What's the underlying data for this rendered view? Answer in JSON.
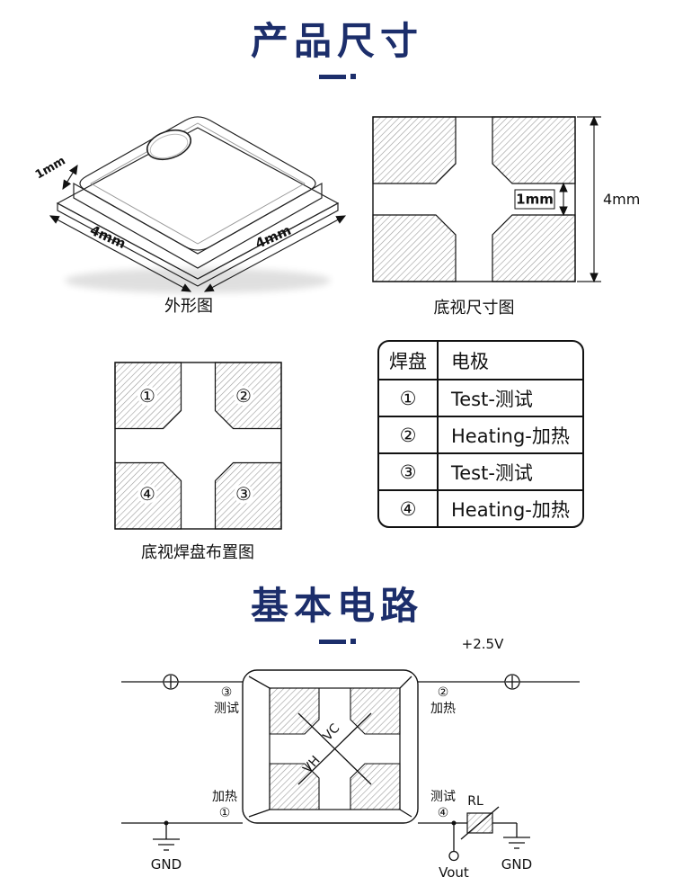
{
  "titles": {
    "section1": "产品尺寸",
    "section2": "基本电路"
  },
  "outline": {
    "caption": "外形图",
    "dim_thickness": "1mm",
    "dim_width": "4mm",
    "dim_depth": "4mm"
  },
  "bottom_view": {
    "caption": "底视尺寸图",
    "dim_pad_gap": "1mm",
    "dim_side": "4mm"
  },
  "pad_layout": {
    "caption": "底视焊盘布置图",
    "pad1": "①",
    "pad2": "②",
    "pad3": "③",
    "pad4": "④"
  },
  "table": {
    "headers": [
      "焊盘",
      "电极"
    ],
    "rows": [
      [
        "①",
        "Test-测试"
      ],
      [
        "②",
        "Heating-加热"
      ],
      [
        "③",
        "Test-测试"
      ],
      [
        "④",
        "Heating-加热"
      ]
    ]
  },
  "circuit": {
    "supply": "+2.5V",
    "pin3": "③",
    "pin3_label": "测试",
    "pin2": "②",
    "pin2_label": "加热",
    "pin1": "①",
    "pin1_label": "加热",
    "pin4": "④",
    "pin4_label": "测试",
    "vc": "VC",
    "vh": "VH",
    "rl": "RL",
    "vout": "Vout",
    "gnd_left": "GND",
    "gnd_right": "GND"
  },
  "colors": {
    "accent_navy": "#1c2e6b",
    "line": "#111111",
    "hatch": "#9a9a9a"
  }
}
